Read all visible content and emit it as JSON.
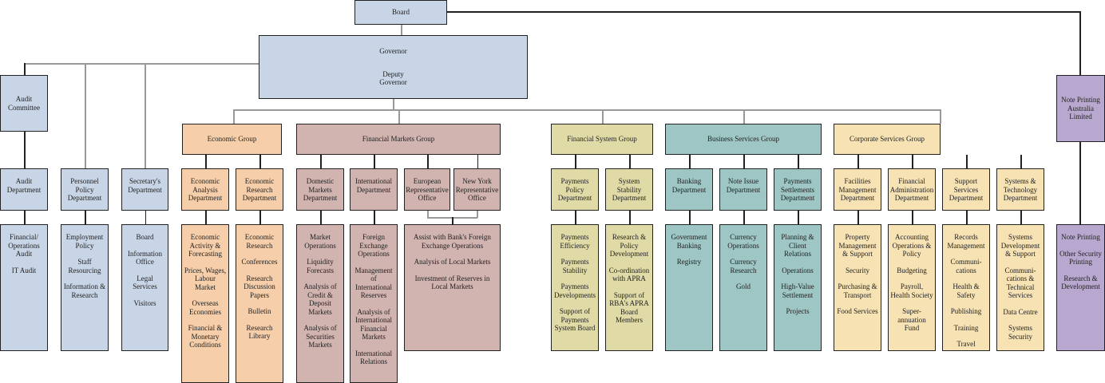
{
  "colors": {
    "board": "#c8d5e6",
    "economic": "#f6cfaa",
    "financial_markets": "#d1b3b0",
    "financial_system": "#e0dba6",
    "business_services": "#9dc6c4",
    "corporate_services": "#f7e2b4",
    "note_printing": "#b8a8d0"
  },
  "board": "Board",
  "governor": {
    "title": "Governor",
    "deputy": "Deputy Governor"
  },
  "audit_committee": "Audit Committee",
  "note_printing": {
    "label": "Note Printing Australia Limited",
    "functions": [
      "Note Printing",
      "Other Security Printing",
      "Research & Development"
    ]
  },
  "governor_units": [
    {
      "label": "Audit Department",
      "functions": [
        "Financial/ Operations Audit",
        "IT Audit"
      ]
    },
    {
      "label": "Personnel Policy Department",
      "functions": [
        "Employment Policy",
        "Staff Resourcing",
        "Information & Research"
      ]
    },
    {
      "label": "Secretary's Department",
      "functions": [
        "Board",
        "Information Office",
        "Legal Services",
        "Visitors"
      ]
    }
  ],
  "groups": [
    {
      "label": "Economic Group",
      "color_key": "economic",
      "departments": [
        {
          "label": "Economic Analysis Department",
          "functions": [
            "Economic Activity & Forecasting",
            "Prices, Wages, Labour Market",
            "Overseas Economies",
            "Financial & Monetary Conditions"
          ]
        },
        {
          "label": "Economic Research Department",
          "functions": [
            "Economic Research",
            "Conferences",
            "Research Discussion Papers",
            "Bulletin",
            "Research Library"
          ]
        }
      ]
    },
    {
      "label": "Financial Markets Group",
      "color_key": "financial_markets",
      "departments": [
        {
          "label": "Domestic Markets Department",
          "functions": [
            "Market Operations",
            "Liquidity Forecasts",
            "Analysis of Credit & Deposit Markets",
            "Analysis of Securities Markets"
          ]
        },
        {
          "label": "International Department",
          "functions": [
            "Foreign Exchange Operations",
            "Management of International Reserves",
            "Analysis of International Financial Markets",
            "International Relations"
          ]
        },
        {
          "label": "European Representative Office"
        },
        {
          "label": "New York Representative Office"
        }
      ],
      "shared_functions": [
        "Assist with Bank's Foreign Exchange Operations",
        "Analysis of Local Markets",
        "Investment of Reserves in Local Markets"
      ]
    },
    {
      "label": "Financial System Group",
      "color_key": "financial_system",
      "departments": [
        {
          "label": "Payments Policy Department",
          "functions": [
            "Payments Efficiency",
            "Payments Stability",
            "Payments Developments",
            "Support of Payments System Board"
          ]
        },
        {
          "label": "System Stability Department",
          "functions": [
            "Research & Policy Development",
            "Co-ordination with APRA",
            "Support of RBA's APRA Board Members"
          ]
        }
      ]
    },
    {
      "label": "Business Services Group",
      "color_key": "business_services",
      "departments": [
        {
          "label": "Banking Department",
          "functions": [
            "Government Banking",
            "Registry"
          ]
        },
        {
          "label": "Note Issue Department",
          "functions": [
            "Currency Operations",
            "Currency Research",
            "Gold"
          ]
        },
        {
          "label": "Payments Settlements Department",
          "functions": [
            "Planning & Client Relations",
            "Operations",
            "High-Value Settlement",
            "Projects"
          ]
        }
      ]
    },
    {
      "label": "Corporate Services Group",
      "color_key": "corporate_services",
      "departments": [
        {
          "label": "Facilities Management Department",
          "functions": [
            "Property Management & Support",
            "Security",
            "Purchasing & Transport",
            "Food Services"
          ]
        },
        {
          "label": "Financial Administration Department",
          "functions": [
            "Accounting Operations & Policy",
            "Budgeting",
            "Payroll, Health Society",
            "Super-annuation Fund"
          ]
        },
        {
          "label": "Support Services Department",
          "functions": [
            "Records Management",
            "Communi-cations",
            "Health & Safety",
            "Publishing",
            "Training",
            "Travel"
          ]
        },
        {
          "label": "Systems & Technology Department",
          "functions": [
            "Systems Development & Support",
            "Communi-cations & Technical Services",
            "Data Centre",
            "Systems Security"
          ]
        }
      ]
    }
  ]
}
